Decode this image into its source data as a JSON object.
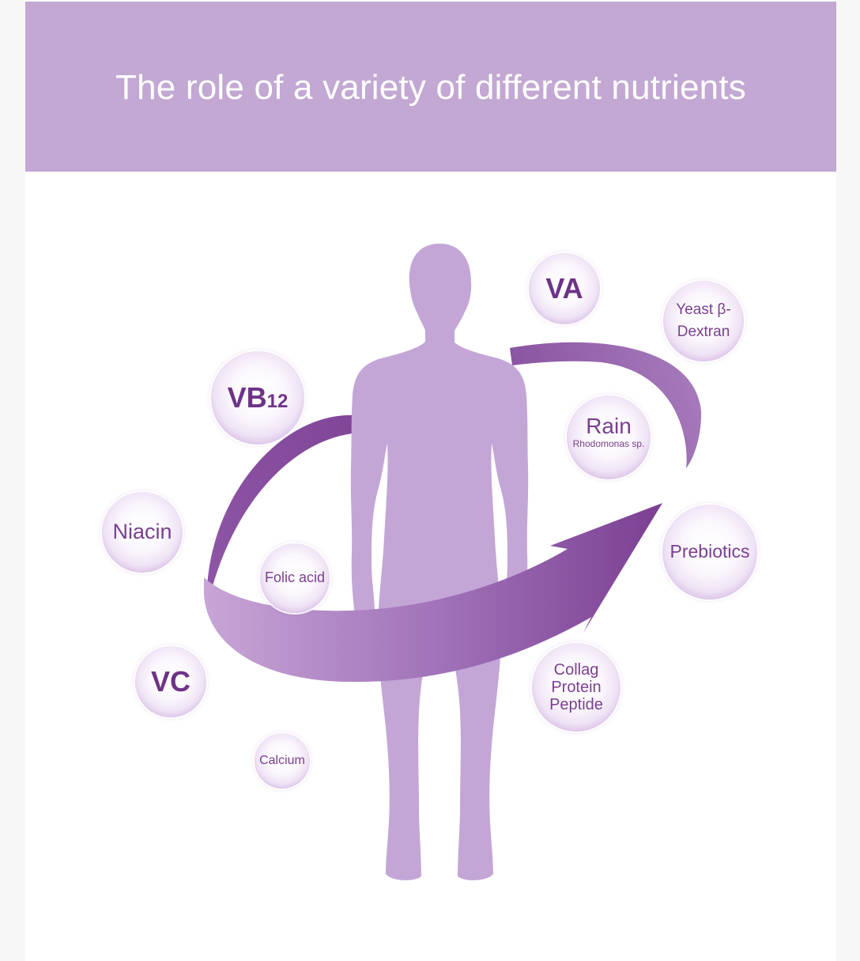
{
  "title": "The role of a variety of different nutrients",
  "nutrients": {
    "vb12": {
      "main": "VB",
      "sub": "12"
    },
    "va": {
      "label": "VA"
    },
    "yeast": {
      "line1": "Yeast β-",
      "line2": "Dextran"
    },
    "rain": {
      "main": "Rain",
      "sub": "Rhodomonas sp."
    },
    "niacin": {
      "label": "Niacin"
    },
    "folic": {
      "label": "Folic acid"
    },
    "prebiotics": {
      "label": "Prebiotics"
    },
    "vc": {
      "label": "VC"
    },
    "collag": {
      "line1": "Collag",
      "line2": "Protein",
      "line3": "Peptide"
    },
    "calcium": {
      "label": "Calcium"
    }
  },
  "colors": {
    "banner": "#c2a8d3",
    "body_figure": "#c3a6d6",
    "arrow_dark": "#7b3f92",
    "arrow_light": "#c7a5d6",
    "bubble_text": "#7a3f8f"
  }
}
